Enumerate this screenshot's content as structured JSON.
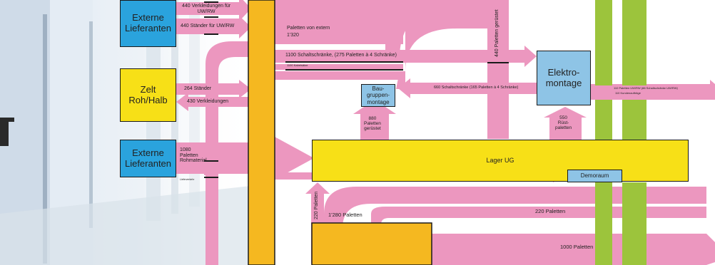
{
  "colors": {
    "flow": "#ec97bf",
    "storage": "#f5b820",
    "area": "#f7e017",
    "process": "#8ec4e6",
    "column": "#9cc43c"
  },
  "nodes": {
    "ext_supplier_top": "Externe\nLieferanten",
    "tent": "Zelt\nRoh/Halb",
    "ext_supplier_mid": "Externe\nLieferanten",
    "subassembly": "Bau-gruppen-\nmontage",
    "electro": "Elektro-\nmontage",
    "lager_ug": "Lager UG",
    "demoraum": "Demoraum"
  },
  "flows": {
    "f_440_cladding": "440 Verkleidungen für\nUW/RW",
    "f_440_stands": "440 Ständer für UW/RW",
    "f_pallets_external": "Paletten von extern\n1'320",
    "f_1100_cabinets": "1100 Schaltschränke, (275 Paletten à 4 Schränke)",
    "f_small_strip": "1100 Kabelsätze",
    "f_264_stands": "264 Ständer",
    "f_430_cladding": "430 Verkleidungen",
    "f_660_cabinets": "660 Schaltschränke (165 Paletten à 4 Schränke)",
    "f_880_pallets": "880\nPaletten\ngerüstet",
    "f_550_pallets": "550\nRüst-\npaletten",
    "f_1080_raw": "1080\nPaletten\nRohmaterial",
    "f_small_note": "Lieferverkehr",
    "f_right_top": "110 Paletten UW/RW  (88 Schaltschränke UW/RW)",
    "f_right_bottom": "110 Kundenaufträge",
    "f_1280": "1'280 Paletten",
    "f_220_right": "220 Paletten",
    "f_1000": "1000 Paletten",
    "f_220_vert": "220 Paletten",
    "f_440_vert": "440 Paletten gerüstet"
  }
}
